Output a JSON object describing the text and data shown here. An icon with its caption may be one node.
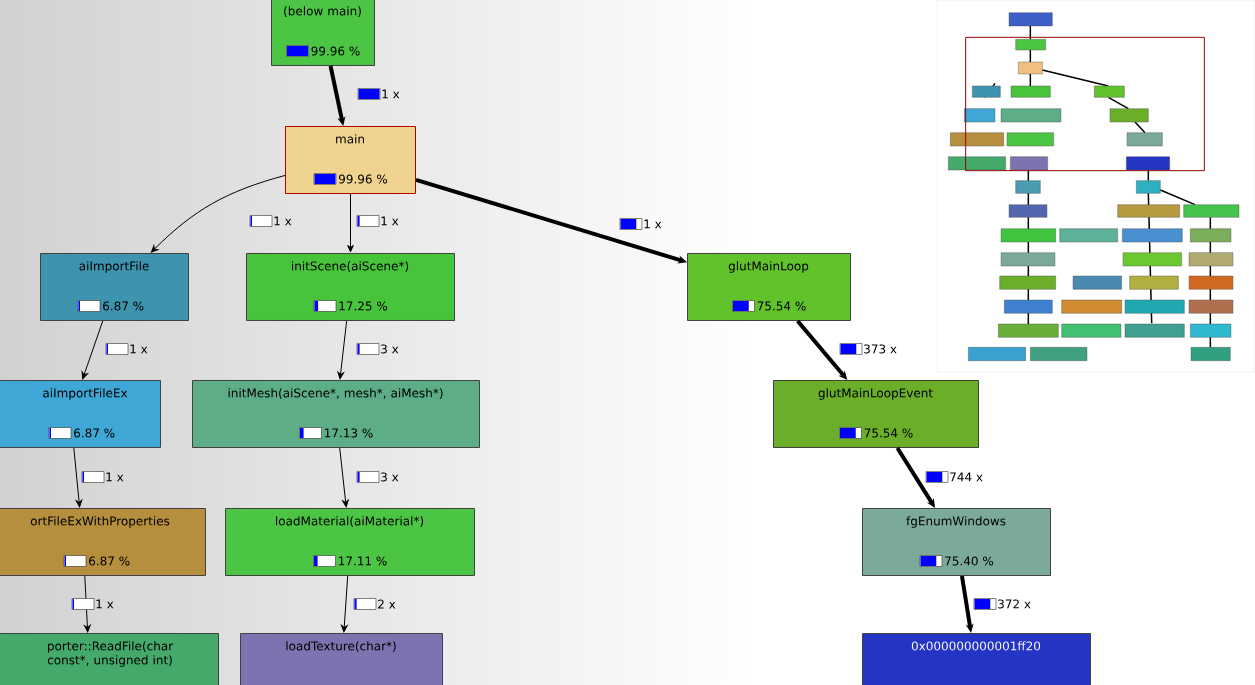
{
  "diagram": {
    "nodes": [
      {
        "text": [
          "(below main)",
          "99.96 %"
        ]
      },
      {
        "text": [
          "main",
          "99.96 %"
        ]
      },
      {
        "text": [
          "aiImportFile",
          "6.87 %"
        ]
      },
      {
        "text": [
          "initScene(aiScene*)",
          "17.25 %"
        ]
      },
      {
        "text": [
          "glutMainLoop",
          "75.54 %"
        ]
      },
      {
        "text": [
          "aiImportFileEx",
          "6.87 %"
        ]
      },
      {
        "text": [
          "initMesh(aiScene*, mesh*, aiMesh*)",
          "17.13 %"
        ]
      },
      {
        "text": [
          "glutMainLoopEvent",
          "75.54 %"
        ]
      },
      {
        "text": [
          "ortFileExWithProperties",
          "6.87 %"
        ]
      },
      {
        "text": [
          "loadMaterial(aiMaterial*)",
          "17.11 %"
        ]
      },
      {
        "text": [
          "fgEnumWindows",
          "75.40 %"
        ]
      },
      {
        "text": [
          "porter::ReadFile(char const*, unsigned int)"
        ]
      },
      {
        "text": [
          "loadTexture(char*)"
        ]
      },
      {
        "text": [
          "0x000000000001ff20"
        ]
      }
    ],
    "edges": [
      {
        "from": 0,
        "to": 1,
        "arrow": "to",
        "label": "1 x",
        "style": "thick"
      },
      {
        "from": 1,
        "to": 2,
        "arrow": "to",
        "label": "1 x"
      },
      {
        "from": 1,
        "to": 3,
        "arrow": "to",
        "label": "1 x"
      },
      {
        "from": 1,
        "to": 4,
        "arrow": "to",
        "label": "1 x",
        "style": "thick"
      },
      {
        "from": 2,
        "to": 5,
        "arrow": "to",
        "label": "1 x"
      },
      {
        "from": 3,
        "to": 6,
        "arrow": "to",
        "label": "3 x"
      },
      {
        "from": 4,
        "to": 7,
        "arrow": "to",
        "label": "373 x",
        "style": "thick"
      },
      {
        "from": 5,
        "to": 8,
        "arrow": "to",
        "label": "1 x"
      },
      {
        "from": 6,
        "to": 9,
        "arrow": "to",
        "label": "3 x"
      },
      {
        "from": 7,
        "to": 10,
        "arrow": "to",
        "label": "744 x",
        "style": "thick"
      },
      {
        "from": 8,
        "to": 11,
        "arrow": "to",
        "label": "1 x"
      },
      {
        "from": 9,
        "to": 12,
        "arrow": "to",
        "label": "2 x"
      },
      {
        "from": 10,
        "to": 13,
        "arrow": "to",
        "label": "372 x",
        "style": "thick"
      }
    ]
  }
}
